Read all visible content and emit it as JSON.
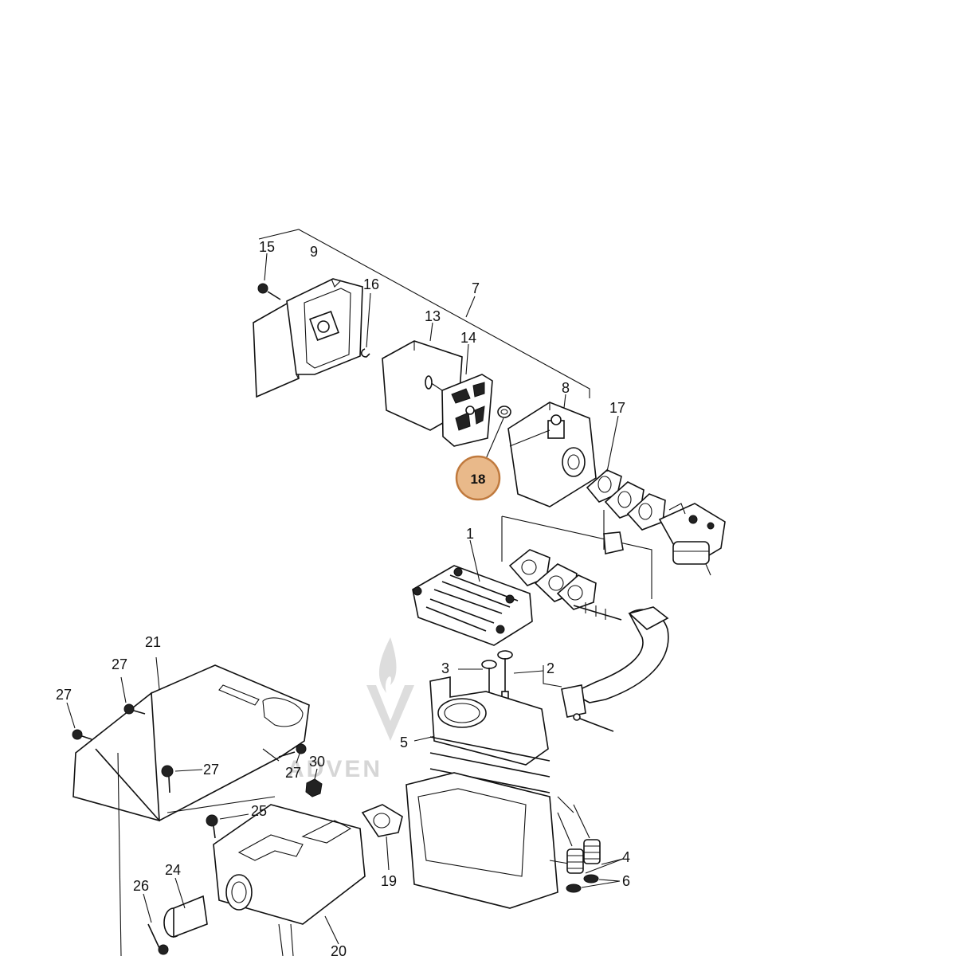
{
  "diagram": {
    "watermark_text": "ADVEN",
    "highlight_color": "#e9b98a",
    "highlight_border": "#c07a3e",
    "labels": [
      {
        "id": "15",
        "text": "15"
      },
      {
        "id": "9",
        "text": "9"
      },
      {
        "id": "16",
        "text": "16"
      },
      {
        "id": "7",
        "text": "7"
      },
      {
        "id": "13",
        "text": "13"
      },
      {
        "id": "14",
        "text": "14"
      },
      {
        "id": "8",
        "text": "8"
      },
      {
        "id": "17",
        "text": "17"
      },
      {
        "id": "1",
        "text": "1"
      },
      {
        "id": "21",
        "text": "21"
      },
      {
        "id": "27a",
        "text": "27"
      },
      {
        "id": "27b",
        "text": "27"
      },
      {
        "id": "27c",
        "text": "27"
      },
      {
        "id": "27d",
        "text": "27"
      },
      {
        "id": "30",
        "text": "30"
      },
      {
        "id": "25",
        "text": "25"
      },
      {
        "id": "3",
        "text": "3"
      },
      {
        "id": "2",
        "text": "2"
      },
      {
        "id": "5",
        "text": "5"
      },
      {
        "id": "24",
        "text": "24"
      },
      {
        "id": "26",
        "text": "26"
      },
      {
        "id": "19",
        "text": "19"
      },
      {
        "id": "20",
        "text": "20"
      },
      {
        "id": "4",
        "text": "4"
      },
      {
        "id": "6",
        "text": "6"
      }
    ],
    "highlighted": {
      "text": "18"
    }
  }
}
